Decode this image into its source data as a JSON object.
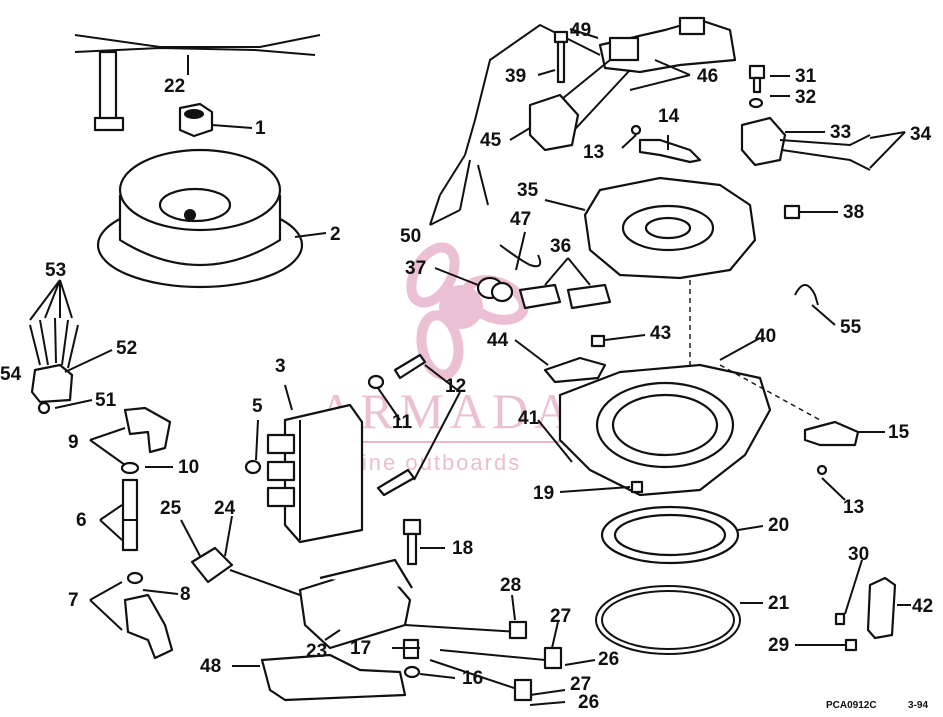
{
  "diagram": {
    "type": "exploded-parts-diagram",
    "callouts": {
      "c1": "1",
      "c2": "2",
      "c3": "3",
      "c5": "5",
      "c6": "6",
      "c7": "7",
      "c8": "8",
      "c9": "9",
      "c10": "10",
      "c11": "11",
      "c12": "12",
      "c13a": "13",
      "c13b": "13",
      "c14": "14",
      "c15": "15",
      "c16": "16",
      "c17": "17",
      "c18": "18",
      "c19": "19",
      "c20": "20",
      "c21": "21",
      "c22": "22",
      "c23": "23",
      "c24": "24",
      "c25": "25",
      "c26a": "26",
      "c26b": "26",
      "c27a": "27",
      "c27b": "27",
      "c28": "28",
      "c29": "29",
      "c30": "30",
      "c31": "31",
      "c32": "32",
      "c33": "33",
      "c34": "34",
      "c35": "35",
      "c36": "36",
      "c37": "37",
      "c38": "38",
      "c39": "39",
      "c40": "40",
      "c41": "41",
      "c42": "42",
      "c43": "43",
      "c44": "44",
      "c45": "45",
      "c46": "46",
      "c47": "47",
      "c48": "48",
      "c49": "49",
      "c50": "50",
      "c51": "51",
      "c52": "52",
      "c53": "53",
      "c54": "54",
      "c55": "55"
    },
    "drawing_code": "PCA0912C",
    "drawing_date": "3-94"
  },
  "watermark": {
    "title": "ARMADA",
    "subtitle": "marine outboards",
    "color": "#e9b6cd"
  }
}
